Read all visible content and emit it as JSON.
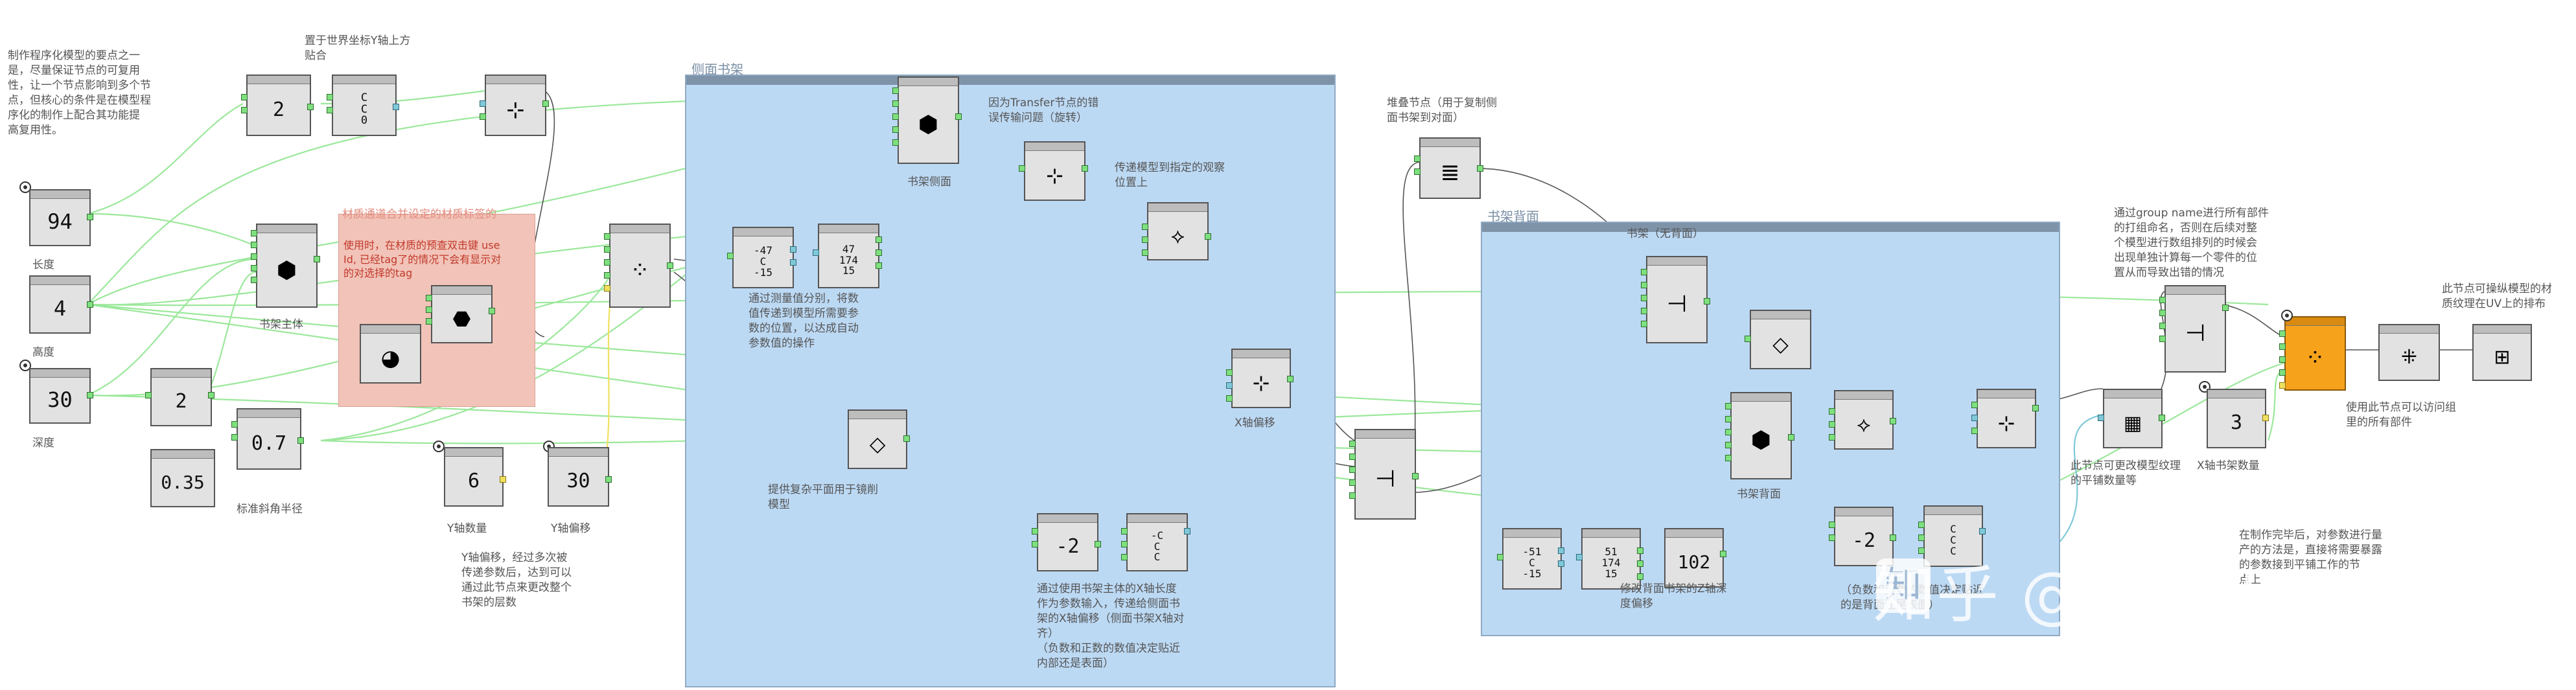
{
  "groups": {
    "side_frame_title": "侧面书架",
    "back_frame_title": "书架背面"
  },
  "labels": {
    "intro": "制作程序化模型的要点之一\n是，尽量保证节点的可复用\n性，让一个节点影响到多个节\n点，但核心的条件是在模型程\n序化的制作上配合其功能提\n高复用性。",
    "place_top": "置于世界坐标Y轴上方\n贴合",
    "length": "长度",
    "height": "高度",
    "depth": "深度",
    "shelf_body": "书架主体",
    "bevel_radius": "标准斜角半径",
    "y_count": "Y轴数量",
    "y_offset": "Y轴偏移",
    "y_offset_note": "Y轴偏移，经过多次被\n传递参数后，达到可以\n通过此节点来更改整个\n书架的层数",
    "pink_title": "材质通道合并设定的材质标签的",
    "pink_body": "使用时，在材质的预查双击键 use\nId, 已经tag了的情况下会有显示对\n的对选择的tag",
    "side_panel": "书架侧面",
    "transfer_fix": "因为Transfer节点的错\n误传输问题（旋转）",
    "transfer_to": "传递模型到指定的观察\n位置上",
    "group_op": "通过测量值分别，将数\n值传递到模型所需要参\n数的位置，以达成自动\n参数值的操作",
    "middle_plane": "提供复杂平面用于镜削\n模型",
    "x_offset_label": "X轴偏移",
    "bottom_note": "通过使用书架主体的X轴长度\n作为参数输入，传递给侧面书\n架的X轴偏移（侧面书架X轴对\n齐）\n（负数和正数的数值决定贴近\n内部还是表面）",
    "stack_note": "堆叠节点（用于复制侧\n面书架到对面）",
    "back_no_back": "书架（无背面）",
    "back_panel": "书架背面",
    "back_thickness": "修改背面书架的Z轴深\n度偏移",
    "group_name_note": "通过group name进行所有部件\n的打组命名，否则在后续对整\n个模型进行数组排列的时候会\n出现单独计算每一个零件的位\n置从而导致出错的情况",
    "map_note": "此节点可操纵模型的材\n质纹理在UV上的排布",
    "change_texture": "此节点可更改模型纹理\n的平铺数量等",
    "x_count": "X轴书架数量",
    "group_use": "使用此节点可以访问组\n里的所有部件",
    "end_note": "在制作完毕后，对参数进行量\n产的方法是，直接将需要暴露\n的参数接到平铺工作的节\n点上",
    "bottom_right_note": "（负数和正数的数值决定贴近\n的是背面还是表面）"
  },
  "nodes": {
    "n94": "94",
    "n4": "4",
    "n30a": "30",
    "n2a": "2",
    "n2b": "2",
    "n07": "0.7",
    "n035": "0.35",
    "n6": "6",
    "n30b": "30",
    "xyz_a": "C\nC\n0",
    "xyz_b": "-47\nC\n-15",
    "xyz_c": "47\n174\n15",
    "neg2a": "-2",
    "xyz_d": "-C\nC\nC",
    "xyz_e": "-51\nC\n-15",
    "xyz_f": "51\n174\n15",
    "n102": "102",
    "neg2b": "-2",
    "xyz_g": "C\nC\nC",
    "n3": "3"
  },
  "watermark": {
    "logo": "知",
    "text": "知乎 @陶协Unreal"
  }
}
